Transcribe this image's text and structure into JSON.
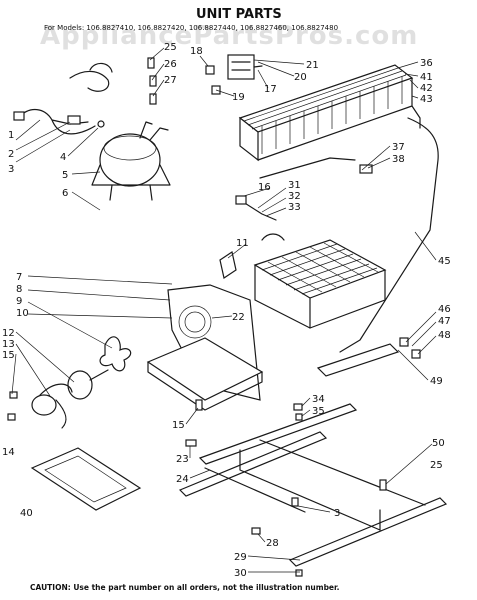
{
  "title": "UNIT PARTS",
  "model_line": "For Models: 106.8827410, 106.8827420, 106.8827440, 106.8827460, 106.8827480",
  "watermark": "AppliancePartsPros.com",
  "caution": "CAUTION: Use the part number on all orders, not the illustration number.",
  "callouts": [
    "1",
    "2",
    "3",
    "4",
    "5",
    "6",
    "7",
    "8",
    "9",
    "10",
    "11",
    "12",
    "13",
    "14",
    "15",
    "15",
    "16",
    "17",
    "18",
    "19",
    "20",
    "21",
    "22",
    "23",
    "24",
    "25",
    "26",
    "27",
    "28",
    "29",
    "30",
    "31",
    "32",
    "33",
    "34",
    "35",
    "36",
    "37",
    "38",
    "40",
    "41",
    "42",
    "43",
    "45",
    "46",
    "47",
    "48",
    "49",
    "50",
    "3",
    "25"
  ]
}
